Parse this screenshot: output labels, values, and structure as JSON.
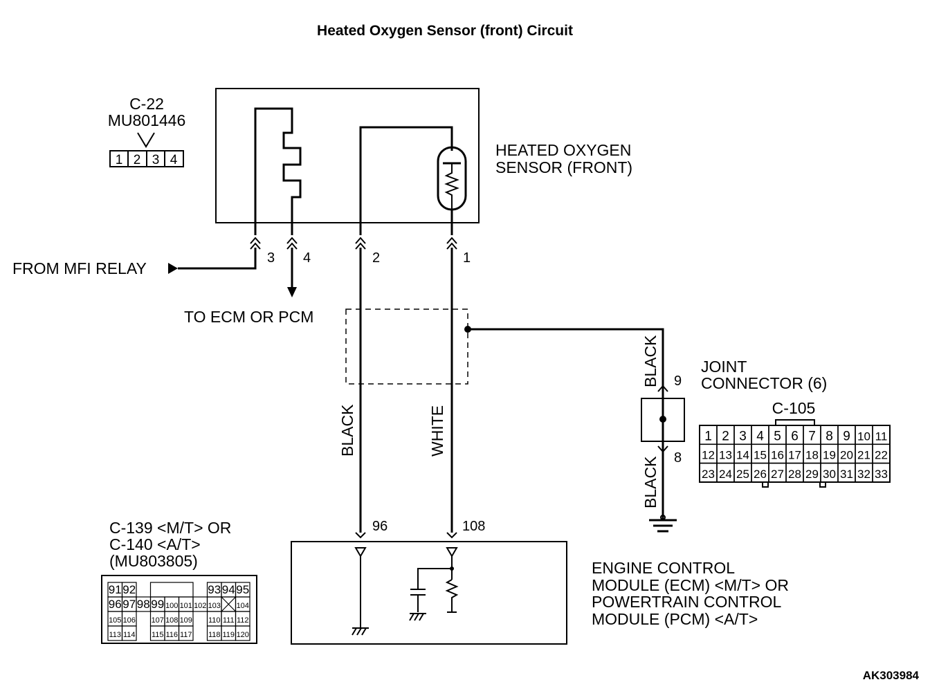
{
  "title": "Heated Oxygen Sensor (front) Circuit",
  "figure_code": "AK303984",
  "sensor": {
    "name_line1": "HEATED OXYGEN",
    "name_line2": "SENSOR (FRONT)"
  },
  "connector_c22": {
    "id": "C-22",
    "part_number": "MU801446",
    "pins": [
      "1",
      "2",
      "3",
      "4"
    ]
  },
  "wire_pins": {
    "pin3": "3",
    "pin4": "4",
    "pin2": "2",
    "pin1": "1",
    "ecm_96": "96",
    "ecm_108": "108",
    "joint_9": "9",
    "joint_8": "8"
  },
  "labels": {
    "from_mfi_relay": "FROM MFI RELAY",
    "to_ecm_pcm": "TO ECM OR PCM"
  },
  "wire_colors": {
    "black_left": "BLACK",
    "white": "WHITE",
    "black_joint_top": "BLACK",
    "black_joint_bottom": "BLACK"
  },
  "joint_connector": {
    "name_line1": "JOINT",
    "name_line2": "CONNECTOR (6)",
    "id": "C-105",
    "rows": [
      [
        "1",
        "2",
        "3",
        "4",
        "5",
        "6",
        "7",
        "8",
        "9",
        "10",
        "11"
      ],
      [
        "12",
        "13",
        "14",
        "15",
        "16",
        "17",
        "18",
        "19",
        "20",
        "21",
        "22"
      ],
      [
        "23",
        "24",
        "25",
        "26",
        "27",
        "28",
        "29",
        "30",
        "31",
        "32",
        "33"
      ]
    ]
  },
  "ecm_connector": {
    "line1": "C-139 <M/T> OR",
    "line2": "C-140 <A/T>",
    "line3": "(MU803805)",
    "pins_row1": [
      "91",
      "92",
      "93",
      "94",
      "95"
    ],
    "pins_row2": [
      "96",
      "97",
      "98",
      "99",
      "100",
      "101",
      "102",
      "103",
      "104"
    ],
    "pins_row3": [
      "105",
      "106",
      "107",
      "108",
      "109",
      "110",
      "111",
      "112"
    ],
    "pins_row4": [
      "113",
      "114",
      "115",
      "116",
      "117",
      "118",
      "119",
      "120"
    ]
  },
  "ecm": {
    "line1": "ENGINE CONTROL",
    "line2": "MODULE (ECM) <M/T> OR",
    "line3": "POWERTRAIN CONTROL",
    "line4": "MODULE (PCM) <A/T>"
  }
}
